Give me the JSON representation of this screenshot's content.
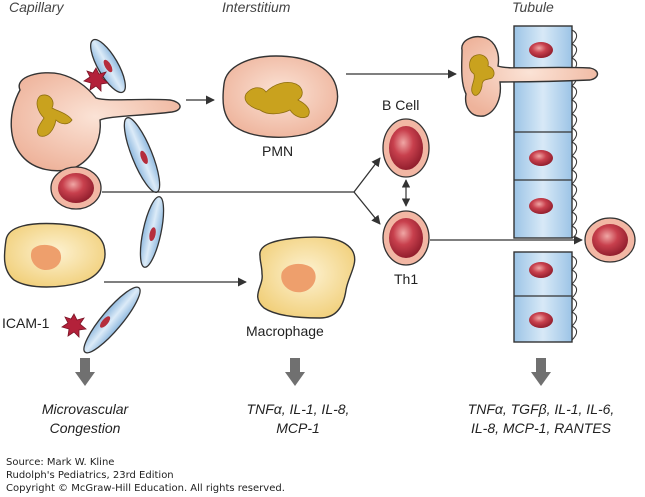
{
  "headers": {
    "capillary": "Capillary",
    "interstitium": "Interstitium",
    "tubule": "Tubule"
  },
  "labels": {
    "pmn": "PMN",
    "b_cell": "B Cell",
    "th1": "Th1",
    "icam1": "ICAM-1",
    "macrophage": "Macrophage"
  },
  "outcomes": {
    "capillary_line1": "Microvascular",
    "capillary_line2": "Congestion",
    "interstitium_line1": "TNFα,  IL-1, IL-8,",
    "interstitium_line2": "MCP-1",
    "tubule_line1": "TNFα, TGFβ, IL-1, IL-6,",
    "tubule_line2": "IL-8, MCP-1, RANTES"
  },
  "source": {
    "line1": "Source: Mark W. Kline",
    "line2": "Rudolph's Pediatrics, 23rd Edition",
    "line3": "Copyright © McGraw-Hill Education. All rights reserved."
  },
  "colors": {
    "pmn_cell": "#f3c7b2",
    "pmn_nucleus": "#c9a21e",
    "macrophage_cell": "#f7dc98",
    "macrophage_nucleus": "#ee9f6c",
    "lymphocyte_outer": "#f2b7a4",
    "lymphocyte_inner": "#b52d3c",
    "endothelial_cell": "#b6d4ec",
    "tubule_cell": "#bcd8ee",
    "injury_star": "#b3213a",
    "outline": "#333333",
    "down_arrow": "#707070"
  }
}
